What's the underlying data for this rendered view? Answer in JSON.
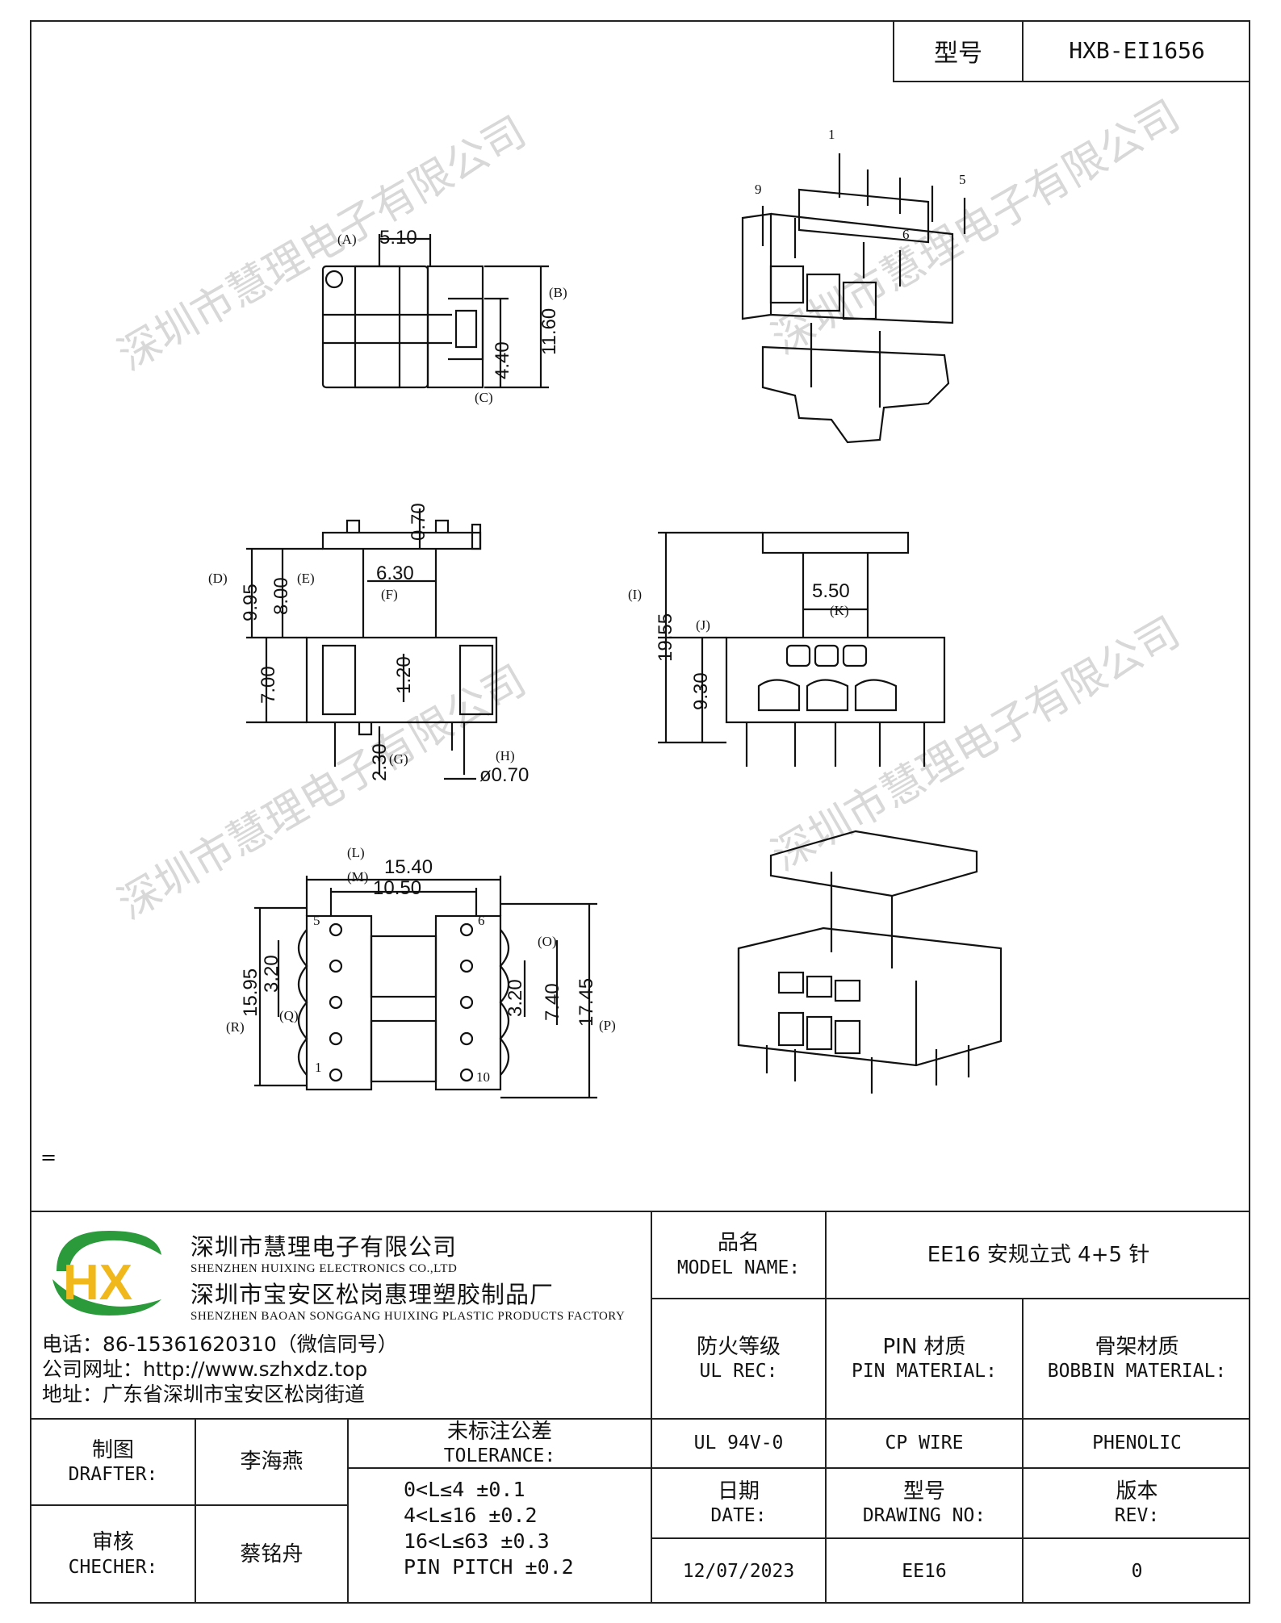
{
  "title_block": {
    "model_label": "型号",
    "model_value": "HXB-EI1656"
  },
  "dimensions": {
    "A": "(A)",
    "A_val": "5.10",
    "B": "(B)",
    "B_val": "11.60",
    "C": "(C)",
    "C_val": "4.40",
    "D": "(D)",
    "D_val": "9.95",
    "E": "(E)",
    "E_val": "8.00",
    "F": "(F)",
    "F_val": "6.30",
    "top_val": "0.70",
    "G": "(G)",
    "G_val": "2.30",
    "H": "(H)",
    "H_val": "ø0.70",
    "side1": "7.00",
    "side2": "1.20",
    "I": "(I)",
    "I_val": "19.55",
    "J": "(J)",
    "J_val": "9.30",
    "K": "(K)",
    "K_val": "5.50",
    "L": "(L)",
    "L_val": "15.40",
    "M": "(M)",
    "M_val": "10.50",
    "R": "(R)",
    "R_val": "15.95",
    "Q": "(Q)",
    "Q_val": "3.20",
    "O": "(O)",
    "O_val": "3.20",
    "N_val": "7.40",
    "P": "(P)",
    "P_val": "17.45"
  },
  "pins": {
    "p1": "1",
    "p5": "5",
    "p6": "6",
    "p9": "9",
    "p5b": "5",
    "p1b": "1",
    "p6b": "6",
    "p10": "10"
  },
  "watermark": "深圳市慧理电子有限公司",
  "equals_mark": "=",
  "company": {
    "name_cn": "深圳市慧理电子有限公司",
    "name_en": "SHENZHEN HUIXING ELECTRONICS CO.,LTD",
    "factory_cn": "深圳市宝安区松岗惠理塑胶制品厂",
    "factory_en": "SHENZHEN BAOAN SONGGANG HUIXING PLASTIC PRODUCTS FACTORY",
    "phone": "电话：86-15361620310（微信同号）",
    "website": "公司网址：http://www.szhxdz.top",
    "address": "地址：广东省深圳市宝安区松岗街道",
    "logo_letters": "HX"
  },
  "table": {
    "model_name_cn": "品名",
    "model_name_en": "MODEL NAME:",
    "model_name_value": "EE16 安规立式 4+5 针",
    "ul_cn": "防火等级",
    "ul_en": "UL REC:",
    "pin_cn": "PIN 材质",
    "pin_en": "PIN MATERIAL:",
    "bobbin_cn": "骨架材质",
    "bobbin_en": "BOBBIN MATERIAL:",
    "ul_value": "UL 94V-0",
    "pin_value": "CP WIRE",
    "bobbin_value": "PHENOLIC",
    "drafter_cn": "制图",
    "drafter_en": "DRAFTER:",
    "drafter_name": "李海燕",
    "checker_cn": "审核",
    "checker_en": "CHECHER:",
    "checker_name": "蔡铭舟",
    "tol_cn": "未标注公差",
    "tol_en": "TOLERANCE:",
    "tol1": "0<L≤4   ±0.1",
    "tol2": "4<L≤16  ±0.2",
    "tol3": "16<L≤63  ±0.3",
    "tol4": "PIN PITCH  ±0.2",
    "date_cn": "日期",
    "date_en": "DATE:",
    "date_value": "12/07/2023",
    "dwg_cn": "型号",
    "dwg_en": "DRAWING NO:",
    "dwg_value": "EE16",
    "rev_cn": "版本",
    "rev_en": "REV:",
    "rev_value": "0"
  }
}
